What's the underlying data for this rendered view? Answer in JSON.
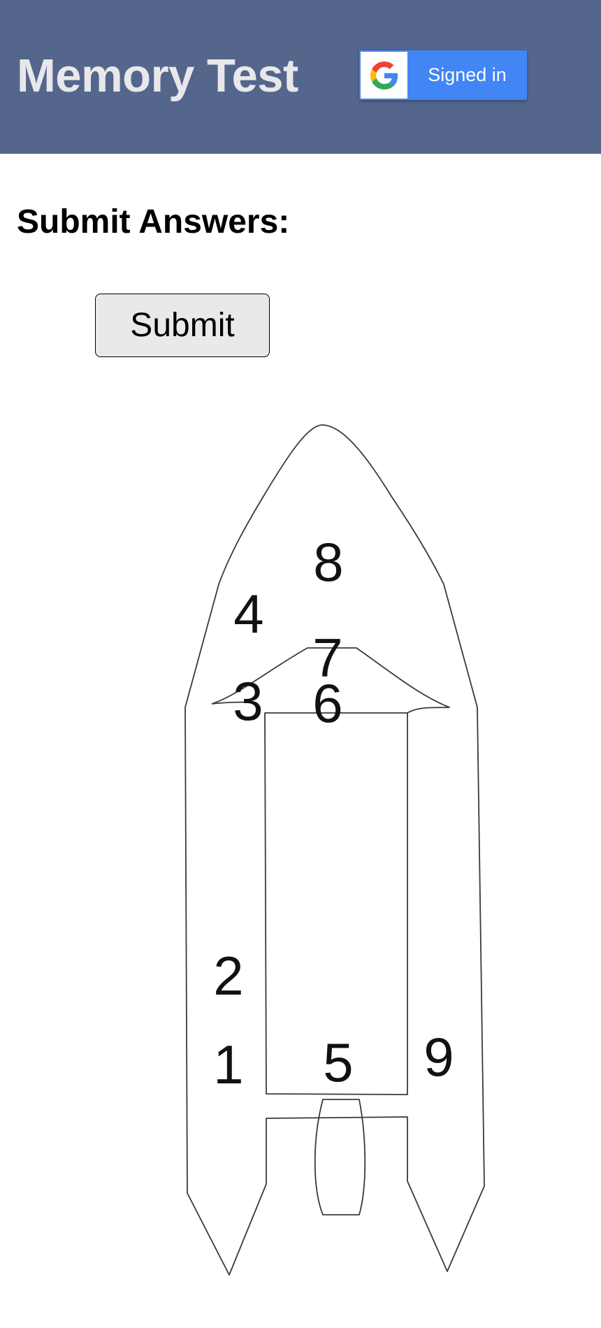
{
  "header": {
    "title": "Memory Test",
    "signin_label": "Signed in",
    "brand_color": "#54668c",
    "google_button_color": "#4285f4"
  },
  "main": {
    "section_title": "Submit Answers:",
    "submit_label": "Submit"
  },
  "diagram": {
    "labels": [
      "1",
      "2",
      "3",
      "4",
      "5",
      "6",
      "7",
      "8",
      "9"
    ]
  },
  "icons": {
    "google": "google-g-logo"
  }
}
